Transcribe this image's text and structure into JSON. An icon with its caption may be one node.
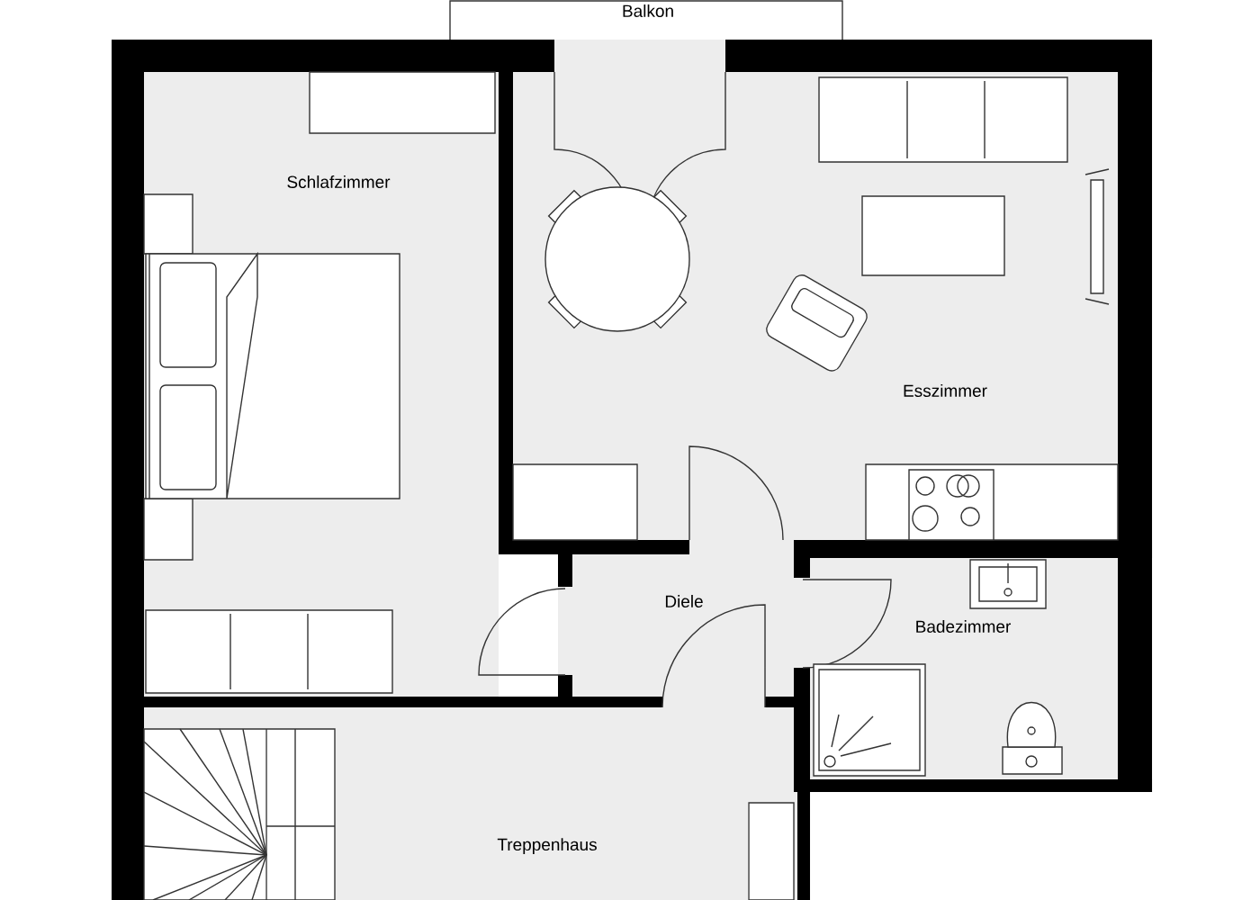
{
  "diagram": {
    "nodes": [
      {
        "text": [
          "Balkon"
        ]
      },
      {
        "text": [
          "Schlafzimmer"
        ]
      },
      {
        "text": [
          "Esszimmer"
        ]
      },
      {
        "text": [
          "Diele"
        ]
      },
      {
        "text": [
          "Badezimmer"
        ]
      },
      {
        "text": [
          "Treppenhaus"
        ]
      }
    ]
  }
}
